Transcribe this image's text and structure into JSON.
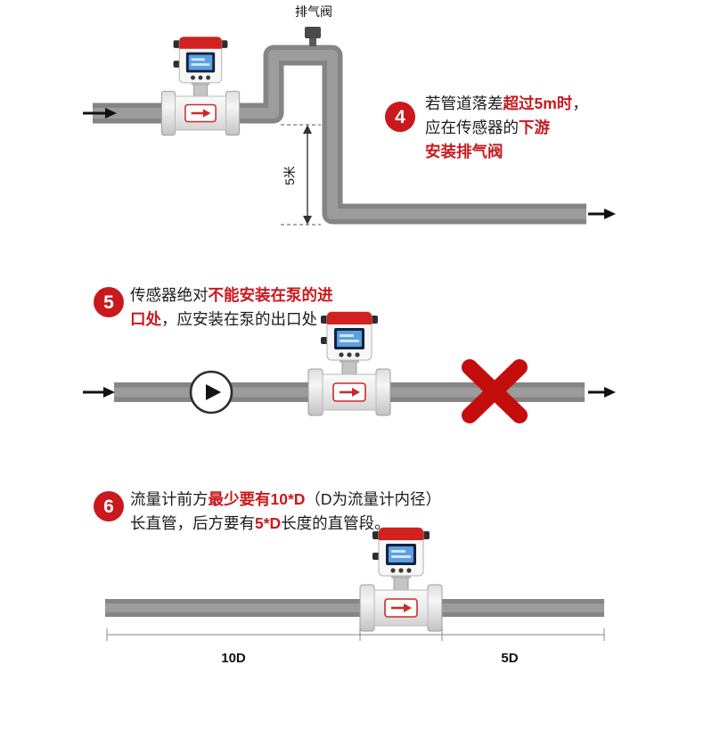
{
  "colors": {
    "accent_red": "#c9191e",
    "pipe_gray": "#8a8a8a",
    "flowmeter_cap_red": "#d2211e",
    "screen_blue": "#5d9fe0"
  },
  "icons": {
    "flowmeter": "electromagnetic-flowmeter-icon",
    "pump": "pump-icon",
    "prohibition": "red-x-icon",
    "valve": "exhaust-valve-icon",
    "flow_arrows": "flow-direction-arrow-icon"
  },
  "section4": {
    "number": "4",
    "valve_label": "排气阀",
    "dimension_label": "5米",
    "line1_black": "若管道落差",
    "line1_red": "超过5m时",
    "line1_tail": "，",
    "line2_black": "应在传感器的",
    "line2_red": "下游",
    "line3_red": "安装排气阀"
  },
  "section5": {
    "number": "5",
    "line1_black": "传感器绝对",
    "line1_red": "不能安装在泵的进",
    "line2_red": "口处",
    "line2_black": "，应安装在泵的出口处"
  },
  "section6": {
    "number": "6",
    "line1_black1": "流量计前方",
    "line1_red": "最少要有10*D",
    "line1_black2": "（D为流量计内径）",
    "line2_black1": "长直管，后方要有",
    "line2_red": "5*D",
    "line2_black2": "长度的直管段。",
    "dim_left_label": "10D",
    "dim_right_label": "5D"
  }
}
